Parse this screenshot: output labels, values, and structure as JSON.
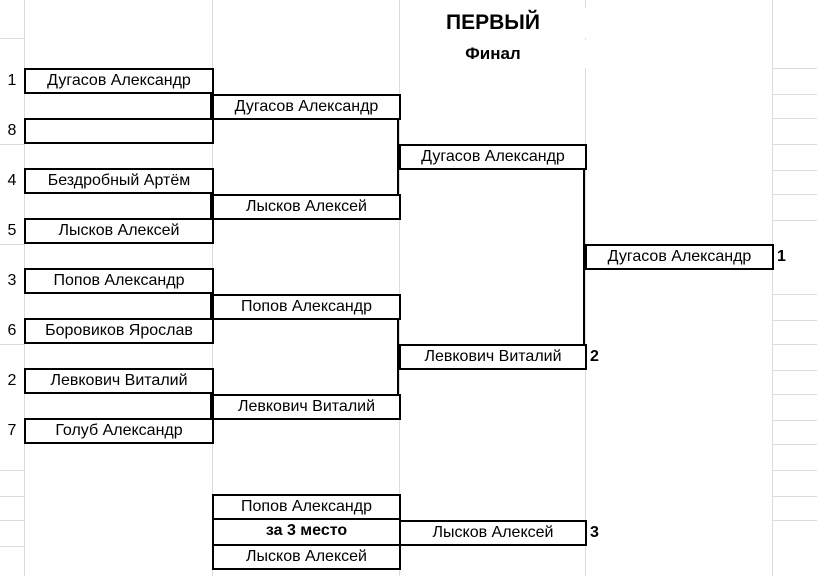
{
  "header": {
    "title": "ПЕРВЫЙ",
    "subtitle": "Финал"
  },
  "round1": [
    {
      "seed": "1",
      "name": "Дугасов Александр"
    },
    {
      "seed": "8",
      "name": ""
    },
    {
      "seed": "4",
      "name": "Бездробный Артём"
    },
    {
      "seed": "5",
      "name": "Лысков Алексей"
    },
    {
      "seed": "3",
      "name": "Попов Александр"
    },
    {
      "seed": "6",
      "name": "Боровиков Ярослав"
    },
    {
      "seed": "2",
      "name": "Левкович Виталий"
    },
    {
      "seed": "7",
      "name": "Голуб Александр"
    }
  ],
  "round2": [
    "Дугасов Александр",
    "Лысков Алексей",
    "Попов Александр",
    "Левкович Виталий"
  ],
  "semifinal": [
    "Дугасов Александр",
    "Левкович Виталий"
  ],
  "final": {
    "winner": "Дугасов Александр",
    "winner_place": "1",
    "runner_up_place": "2"
  },
  "third_place": {
    "player_a": "Попов Александр",
    "label": "за 3 место",
    "player_b": "Лысков Алексей",
    "winner": "Лысков Алексей",
    "winner_place": "3"
  }
}
